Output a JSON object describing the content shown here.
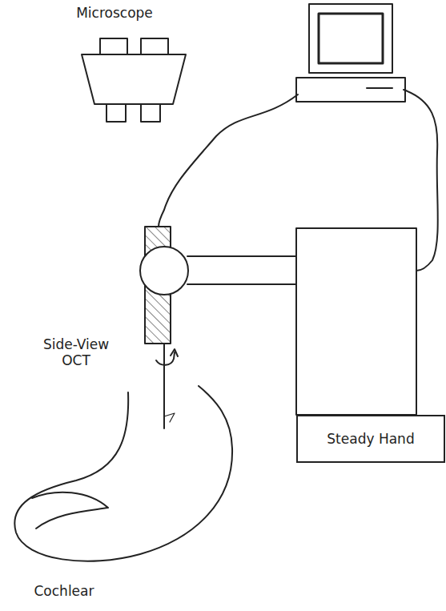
{
  "diagram": {
    "nodes": [
      {
        "text": [
          "Steady Hand"
        ]
      }
    ],
    "labels": [
      "Microscope",
      "Side-View OCT",
      "Cochlear"
    ]
  }
}
